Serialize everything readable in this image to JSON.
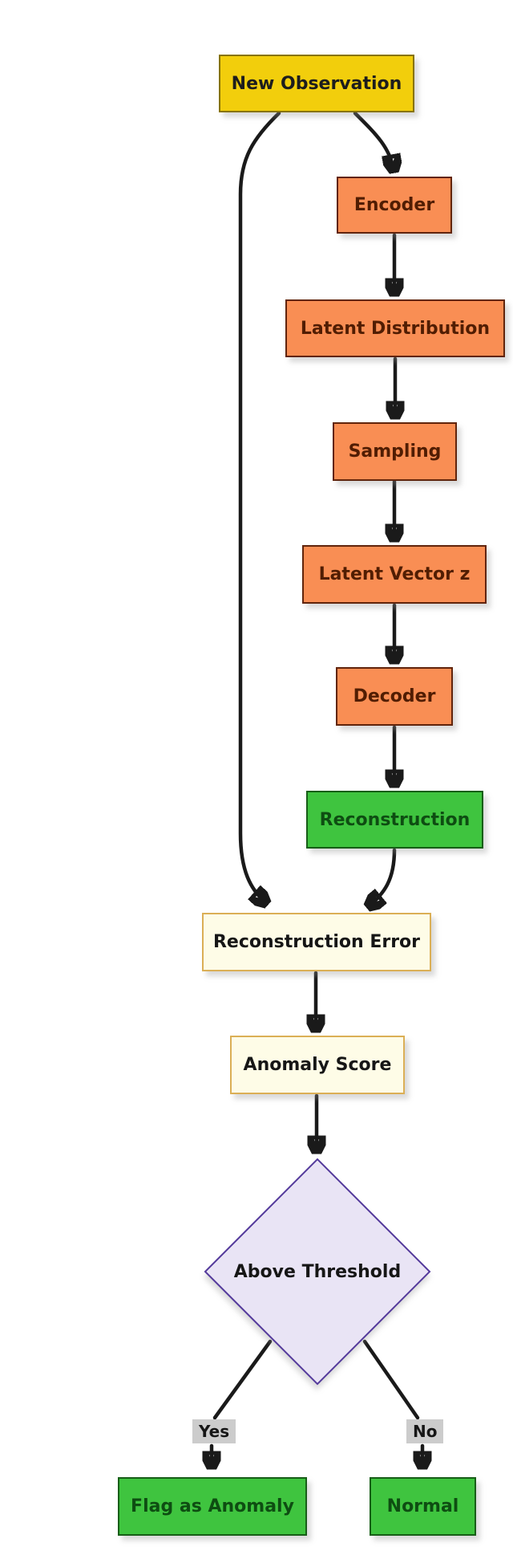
{
  "diagram": {
    "type": "flowchart",
    "background": "#ffffff",
    "line_color": "#1a1a1a",
    "nodes": {
      "new_observation": {
        "label": "New Observation",
        "shape": "rect",
        "fill": "#F2CE0C",
        "border": "#877300",
        "text_color": "#1d1d1d"
      },
      "encoder": {
        "label": "Encoder",
        "shape": "rect",
        "fill": "#F98E54",
        "border": "#61240B",
        "text_color": "#511D02"
      },
      "latent_distribution": {
        "label": "Latent Distribution",
        "shape": "rect",
        "fill": "#F98E54",
        "border": "#61240B",
        "text_color": "#511D02"
      },
      "sampling": {
        "label": "Sampling",
        "shape": "rect",
        "fill": "#F98E54",
        "border": "#61240B",
        "text_color": "#511D02"
      },
      "latent_vector_z": {
        "label": "Latent Vector z",
        "shape": "rect",
        "fill": "#F98E54",
        "border": "#61240B",
        "text_color": "#511D02"
      },
      "decoder": {
        "label": "Decoder",
        "shape": "rect",
        "fill": "#F98E54",
        "border": "#61240B",
        "text_color": "#511D02"
      },
      "reconstruction": {
        "label": "Reconstruction",
        "shape": "rect",
        "fill": "#3FC43F",
        "border": "#175E17",
        "text_color": "#0E4D12"
      },
      "reconstruction_error": {
        "label": "Reconstruction Error",
        "shape": "rect",
        "fill": "#FEFCE7",
        "border": "#DBAF56",
        "text_color": "#161616"
      },
      "anomaly_score": {
        "label": "Anomaly Score",
        "shape": "rect",
        "fill": "#FEFCE7",
        "border": "#DBAF56",
        "text_color": "#161616"
      },
      "above_threshold": {
        "label": "Above Threshold",
        "shape": "diamond",
        "fill": "#E9E4F5",
        "border": "#53399B",
        "text_color": "#161616"
      },
      "flag_as_anomaly": {
        "label": "Flag as Anomaly",
        "shape": "rect",
        "fill": "#3FC43F",
        "border": "#175E17",
        "text_color": "#0E4D12"
      },
      "normal": {
        "label": "Normal",
        "shape": "rect",
        "fill": "#3FC43F",
        "border": "#175E17",
        "text_color": "#0E4D12"
      }
    },
    "edge_labels": {
      "yes": {
        "label": "Yes",
        "fill": "#CCCCCC",
        "text_color": "#161616"
      },
      "no": {
        "label": "No",
        "fill": "#CCCCCC",
        "text_color": "#161616"
      }
    },
    "edges": [
      {
        "from": "New Observation",
        "to": "Encoder"
      },
      {
        "from": "New Observation",
        "to": "Reconstruction Error"
      },
      {
        "from": "Encoder",
        "to": "Latent Distribution"
      },
      {
        "from": "Latent Distribution",
        "to": "Sampling"
      },
      {
        "from": "Sampling",
        "to": "Latent Vector z"
      },
      {
        "from": "Latent Vector z",
        "to": "Decoder"
      },
      {
        "from": "Decoder",
        "to": "Reconstruction"
      },
      {
        "from": "Reconstruction",
        "to": "Reconstruction Error"
      },
      {
        "from": "Reconstruction Error",
        "to": "Anomaly Score"
      },
      {
        "from": "Anomaly Score",
        "to": "Above Threshold"
      },
      {
        "from": "Above Threshold",
        "to": "Flag as Anomaly",
        "label": "Yes"
      },
      {
        "from": "Above Threshold",
        "to": "Normal",
        "label": "No"
      }
    ]
  }
}
